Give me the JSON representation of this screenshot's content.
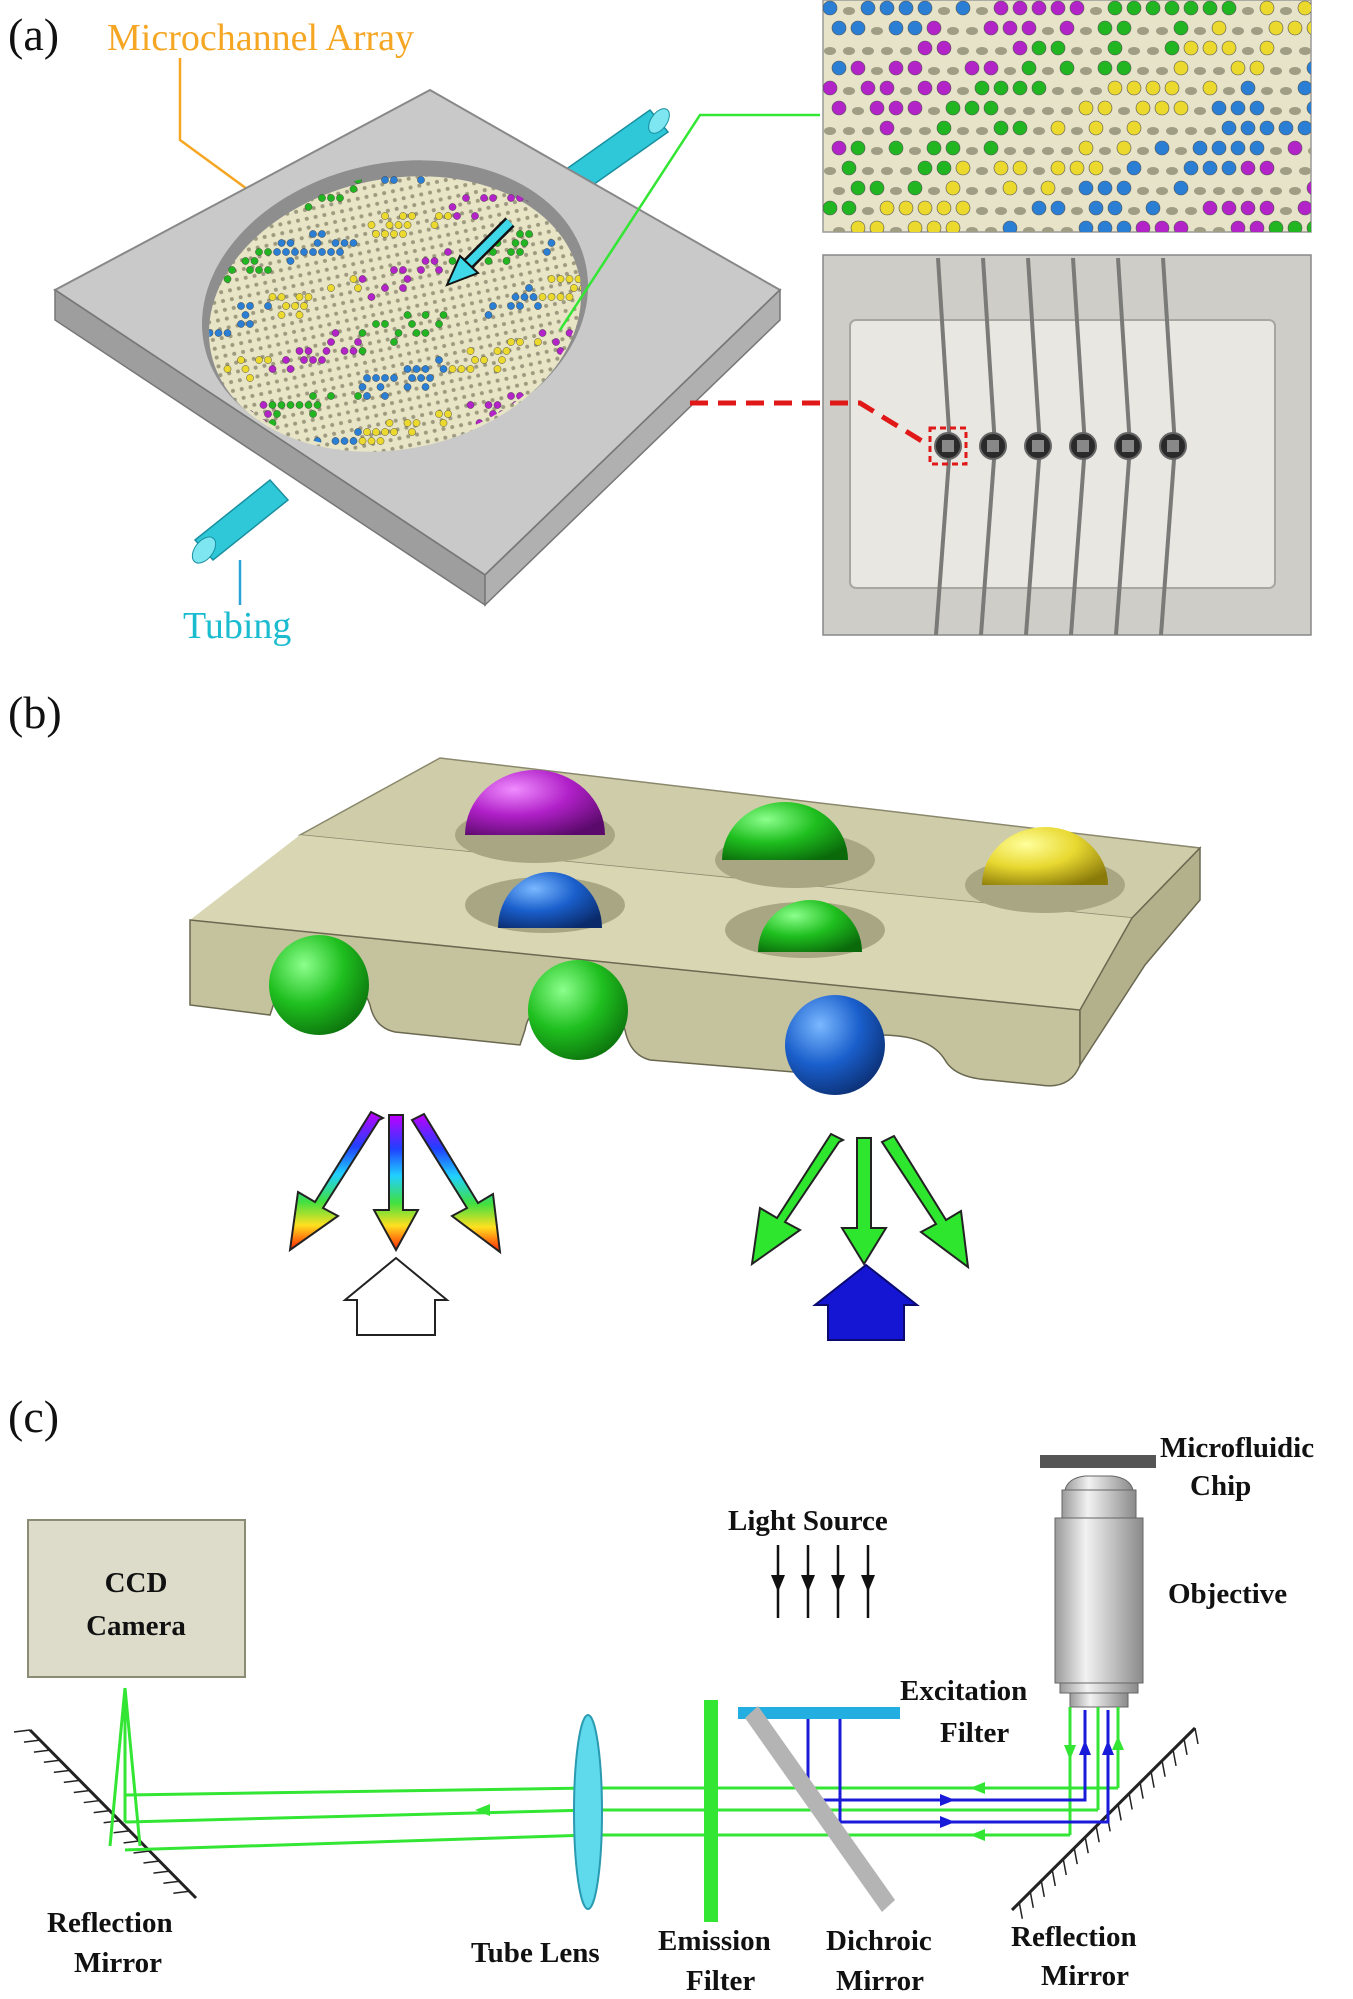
{
  "panels": {
    "a": {
      "label": "(a)",
      "microchannel_label": "Microchannel Array",
      "tubing_label": "Tubing",
      "colors": {
        "chip": "#c8c8c8",
        "array": "#e8e4c6",
        "tubing": "#2ec8d8",
        "green": "#22b522",
        "blue": "#2a7fd4",
        "yellow": "#ecd92e",
        "magenta": "#b324c8"
      }
    },
    "b": {
      "label": "(b)",
      "colors": {
        "substrate": "#c5c29e",
        "white_arrow": "#ffffff",
        "blue_arrow": "#1515d4",
        "green_arrow": "#2ee62e"
      }
    },
    "c": {
      "label": "(c)",
      "labels": {
        "microfluidic_chip_1": "Microfluidic",
        "microfluidic_chip_2": "Chip",
        "objective": "Objective",
        "light_source": "Light Source",
        "ccd_camera_1": "CCD",
        "ccd_camera_2": "Camera",
        "excitation_filter_1": "Excitation",
        "excitation_filter_2": "Filter",
        "reflection_mirror_left_1": "Reflection",
        "reflection_mirror_left_2": "Mirror",
        "tube_lens": "Tube Lens",
        "emission_filter_1": "Emission",
        "emission_filter_2": "Filter",
        "dichroic_mirror_1": "Dichroic",
        "dichroic_mirror_2": "Mirror",
        "reflection_mirror_right_1": "Reflection",
        "reflection_mirror_right_2": "Mirror"
      },
      "colors": {
        "emission": "#33e633",
        "excitation": "#1a1ad9",
        "camera": "#dddccb",
        "filter": "#22aee0",
        "lens": "#5fd9ec",
        "dichroic": "#b4b4b4"
      }
    }
  }
}
